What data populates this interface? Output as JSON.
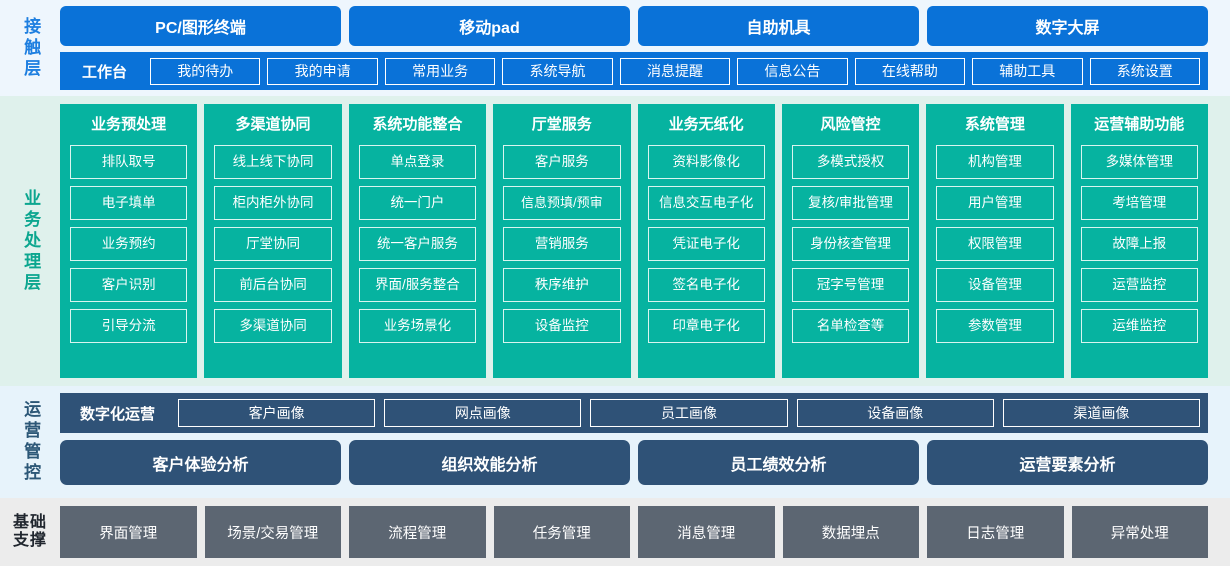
{
  "layers": {
    "touch": {
      "label": "接触层",
      "terminals": [
        {
          "label": "PC/图形终端"
        },
        {
          "label": "移动pad"
        },
        {
          "label": "自助机具"
        },
        {
          "label": "数字大屏"
        }
      ],
      "workbench_title": "工作台",
      "workbench_items": [
        {
          "label": "我的待办"
        },
        {
          "label": "我的申请"
        },
        {
          "label": "常用业务"
        },
        {
          "label": "系统导航"
        },
        {
          "label": "消息提醒"
        },
        {
          "label": "信息公告"
        },
        {
          "label": "在线帮助"
        },
        {
          "label": "辅助工具"
        },
        {
          "label": "系统设置"
        }
      ]
    },
    "business": {
      "label": "业务处理层",
      "columns": [
        {
          "title": "业务预处理",
          "items": [
            "排队取号",
            "电子填单",
            "业务预约",
            "客户识别",
            "引导分流"
          ]
        },
        {
          "title": "多渠道协同",
          "items": [
            "线上线下协同",
            "柜内柜外协同",
            "厅堂协同",
            "前后台协同",
            "多渠道协同"
          ]
        },
        {
          "title": "系统功能整合",
          "items": [
            "单点登录",
            "统一门户",
            "统一客户服务",
            "界面/服务整合",
            "业务场景化"
          ]
        },
        {
          "title": "厅堂服务",
          "items": [
            "客户服务",
            "信息预填/预审",
            "营销服务",
            "秩序维护",
            "设备监控"
          ]
        },
        {
          "title": "业务无纸化",
          "items": [
            "资料影像化",
            "信息交互电子化",
            "凭证电子化",
            "签名电子化",
            "印章电子化"
          ]
        },
        {
          "title": "风险管控",
          "items": [
            "多模式授权",
            "复核/审批管理",
            "身份核查管理",
            "冠字号管理",
            "名单检查等"
          ]
        },
        {
          "title": "系统管理",
          "items": [
            "机构管理",
            "用户管理",
            "权限管理",
            "设备管理",
            "参数管理"
          ]
        },
        {
          "title": "运营辅助功能",
          "items": [
            "多媒体管理",
            "考培管理",
            "故障上报",
            "运营监控",
            "运维监控"
          ]
        }
      ]
    },
    "operations": {
      "label": "运营管控",
      "digital_title": "数字化运营",
      "portraits": [
        {
          "label": "客户画像"
        },
        {
          "label": "网点画像"
        },
        {
          "label": "员工画像"
        },
        {
          "label": "设备画像"
        },
        {
          "label": "渠道画像"
        }
      ],
      "analyses": [
        {
          "label": "客户体验分析"
        },
        {
          "label": "组织效能分析"
        },
        {
          "label": "员工绩效分析"
        },
        {
          "label": "运营要素分析"
        }
      ]
    },
    "base": {
      "label_line1": "基础",
      "label_line2": "支撑",
      "items": [
        {
          "label": "界面管理"
        },
        {
          "label": "场景/交易管理"
        },
        {
          "label": "流程管理"
        },
        {
          "label": "任务管理"
        },
        {
          "label": "消息管理"
        },
        {
          "label": "数据埋点"
        },
        {
          "label": "日志管理"
        },
        {
          "label": "异常处理"
        }
      ]
    }
  },
  "colors": {
    "touch_accent": "#0a72d8",
    "touch_bg": "#eef6fd",
    "business_accent": "#06b3a0",
    "business_bg": "#dff1ec",
    "operations_accent": "#2f5277",
    "operations_bg": "#e7f3fb",
    "base_accent": "#5c6672",
    "base_bg": "#ececec"
  }
}
